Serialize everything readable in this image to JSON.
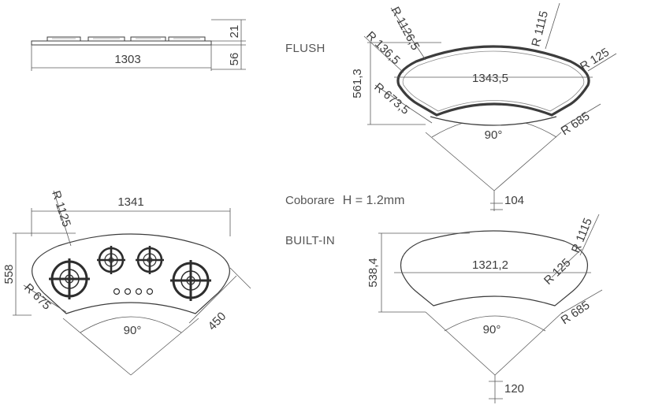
{
  "side_view": {
    "width": "1303",
    "height_top": "21",
    "height_bottom": "56"
  },
  "flush": {
    "label": "FLUSH",
    "width": "1343,5",
    "depth": "561,3",
    "r_outer": "R 1126,5",
    "r_outer_inner": "R 1115",
    "r_corner_left": "R 136,5",
    "r_corner_right": "R 125",
    "r_inner_left": "R 673,5",
    "r_inner_right": "R 685",
    "angle": "90°",
    "offset": "104"
  },
  "top_view": {
    "width": "1341",
    "depth": "558",
    "r_outer": "R 1125",
    "r_inner": "R 675",
    "side": "450",
    "angle": "90°"
  },
  "note": {
    "prefix": "Coborare",
    "value": "H = 1.2mm"
  },
  "built_in": {
    "label": "BUILT-IN",
    "width": "1321,2",
    "depth": "538,4",
    "r_outer": "R 1115",
    "r_corner": "R 125",
    "r_inner": "R 685",
    "angle": "90°",
    "offset": "120"
  }
}
